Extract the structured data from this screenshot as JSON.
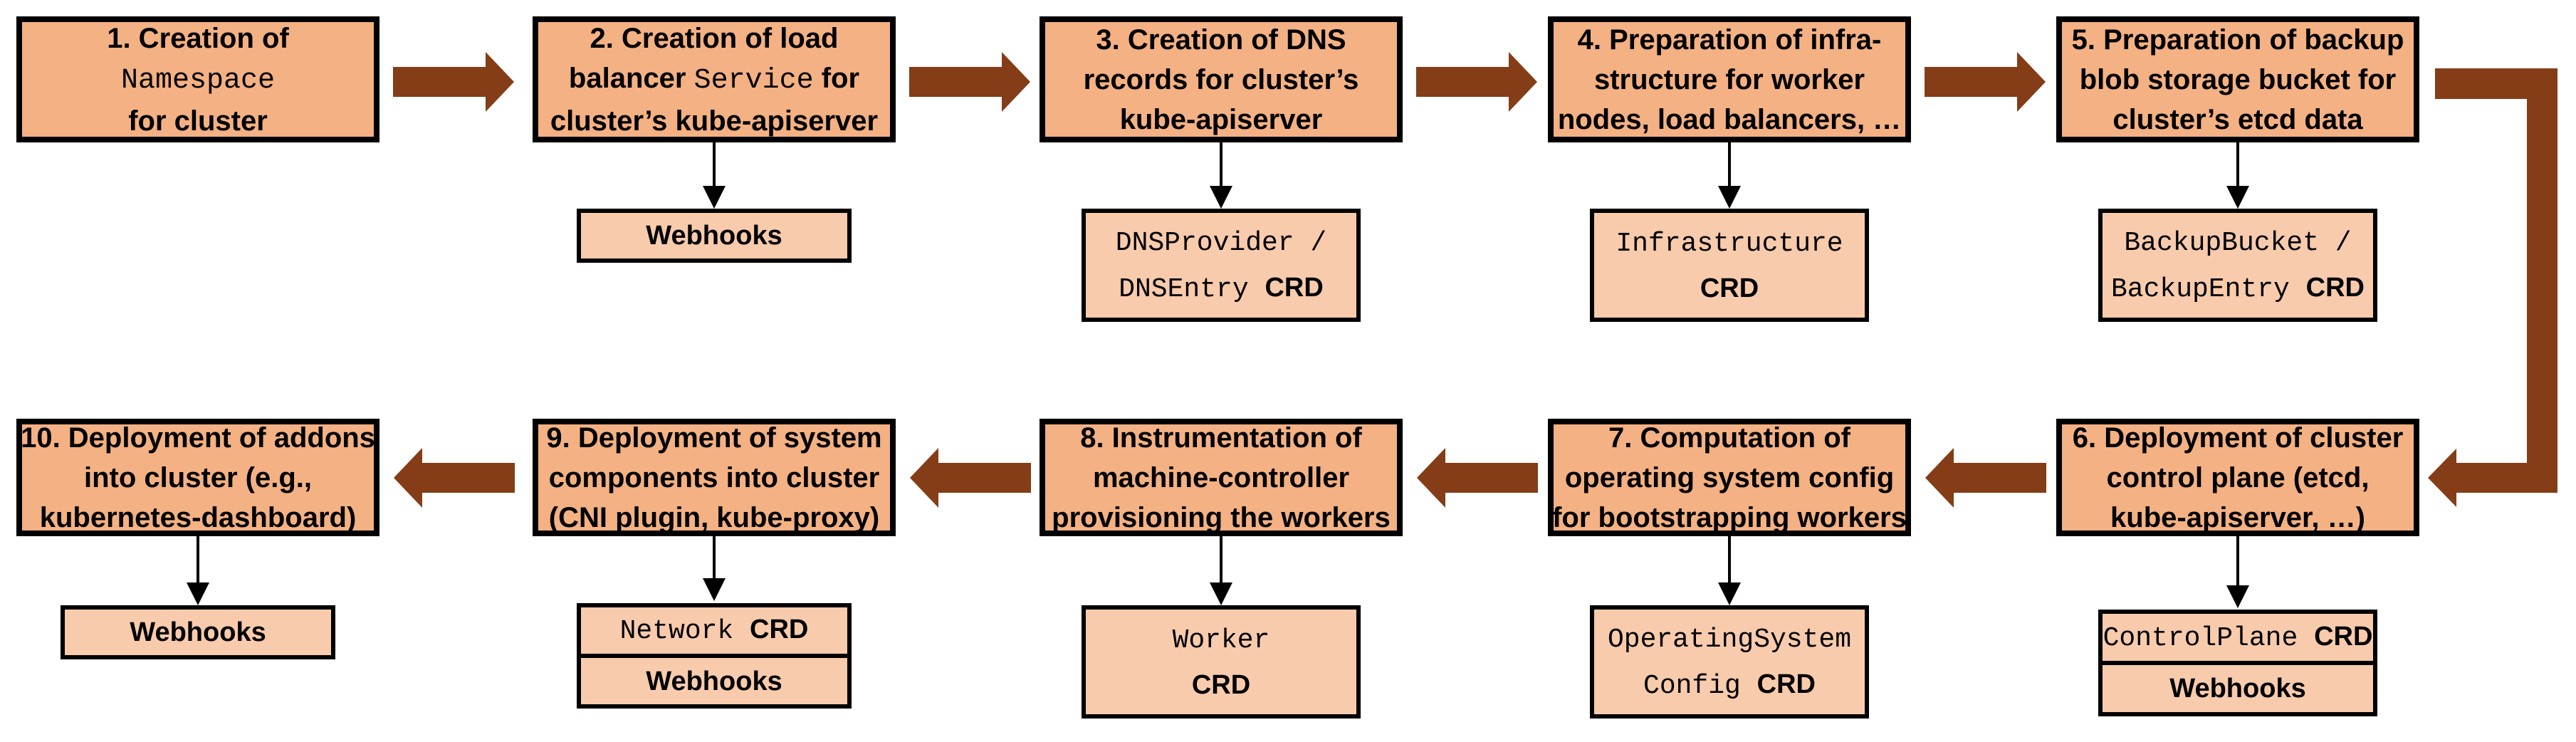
{
  "palette": {
    "main_fill": "#F4B183",
    "sub_fill": "#F8CBAD",
    "arrow": "#843D16",
    "border": "#000000",
    "background": "#FFFFFF"
  },
  "steps": [
    {
      "number": "1",
      "lines": [
        [
          {
            "t": "1. Creation of",
            "m": false
          }
        ],
        [
          {
            "t": "Namespace",
            "m": true
          }
        ],
        [
          {
            "t": "for cluster",
            "m": false
          }
        ]
      ],
      "children": []
    },
    {
      "number": "2",
      "lines": [
        [
          {
            "t": "2. Creation of load",
            "m": false
          }
        ],
        [
          {
            "t": "balancer ",
            "m": false
          },
          {
            "t": "Service",
            "m": true
          },
          {
            "t": " for",
            "m": false
          }
        ],
        [
          {
            "t": "cluster’s kube-apiserver",
            "m": false
          }
        ]
      ],
      "children": [
        {
          "lines": [
            [
              {
                "t": "Webhooks",
                "m": false
              }
            ]
          ]
        }
      ]
    },
    {
      "number": "3",
      "lines": [
        [
          {
            "t": "3. Creation of DNS",
            "m": false
          }
        ],
        [
          {
            "t": "records for cluster’s",
            "m": false
          }
        ],
        [
          {
            "t": "kube-apiserver",
            "m": false
          }
        ]
      ],
      "children": [
        {
          "lines": [
            [
              {
                "t": "DNSProvider /",
                "m": true
              }
            ],
            [
              {
                "t": "DNSEntry ",
                "m": true
              },
              {
                "t": "CRD",
                "m": false
              }
            ]
          ]
        }
      ]
    },
    {
      "number": "4",
      "lines": [
        [
          {
            "t": "4. Preparation of infra-",
            "m": false
          }
        ],
        [
          {
            "t": "structure for worker",
            "m": false
          }
        ],
        [
          {
            "t": "nodes, load balancers, …",
            "m": false
          }
        ]
      ],
      "children": [
        {
          "lines": [
            [
              {
                "t": "Infrastructure",
                "m": true
              }
            ],
            [
              {
                "t": "CRD",
                "m": false
              }
            ]
          ]
        }
      ]
    },
    {
      "number": "5",
      "lines": [
        [
          {
            "t": "5. Preparation of backup",
            "m": false
          }
        ],
        [
          {
            "t": "blob storage bucket for",
            "m": false
          }
        ],
        [
          {
            "t": "cluster’s etcd data",
            "m": false
          }
        ]
      ],
      "children": [
        {
          "lines": [
            [
              {
                "t": "BackupBucket /",
                "m": true
              }
            ],
            [
              {
                "t": "BackupEntry ",
                "m": true
              },
              {
                "t": "CRD",
                "m": false
              }
            ]
          ]
        }
      ]
    },
    {
      "number": "6",
      "lines": [
        [
          {
            "t": "6. Deployment of cluster",
            "m": false
          }
        ],
        [
          {
            "t": "control plane (etcd,",
            "m": false
          }
        ],
        [
          {
            "t": "kube-apiserver, …)",
            "m": false
          }
        ]
      ],
      "children": [
        {
          "lines": [
            [
              {
                "t": "ControlPlane ",
                "m": true
              },
              {
                "t": "CRD",
                "m": false
              }
            ]
          ]
        },
        {
          "lines": [
            [
              {
                "t": "Webhooks",
                "m": false
              }
            ]
          ]
        }
      ]
    },
    {
      "number": "7",
      "lines": [
        [
          {
            "t": "7. Computation of",
            "m": false
          }
        ],
        [
          {
            "t": "operating system config",
            "m": false
          }
        ],
        [
          {
            "t": "for bootstrapping workers",
            "m": false
          }
        ]
      ],
      "children": [
        {
          "lines": [
            [
              {
                "t": "OperatingSystem",
                "m": true
              }
            ],
            [
              {
                "t": "Config ",
                "m": true
              },
              {
                "t": "CRD",
                "m": false
              }
            ]
          ]
        }
      ]
    },
    {
      "number": "8",
      "lines": [
        [
          {
            "t": "8. Instrumentation of",
            "m": false
          }
        ],
        [
          {
            "t": "machine-controller",
            "m": false
          }
        ],
        [
          {
            "t": "provisioning the workers",
            "m": false
          }
        ]
      ],
      "children": [
        {
          "lines": [
            [
              {
                "t": "Worker",
                "m": true
              }
            ],
            [
              {
                "t": "CRD",
                "m": false
              }
            ]
          ]
        }
      ]
    },
    {
      "number": "9",
      "lines": [
        [
          {
            "t": "9. Deployment of system",
            "m": false
          }
        ],
        [
          {
            "t": "components into cluster",
            "m": false
          }
        ],
        [
          {
            "t": "(CNI plugin, kube-proxy)",
            "m": false
          }
        ]
      ],
      "children": [
        {
          "lines": [
            [
              {
                "t": "Network ",
                "m": true
              },
              {
                "t": "CRD",
                "m": false
              }
            ]
          ]
        },
        {
          "lines": [
            [
              {
                "t": "Webhooks",
                "m": false
              }
            ]
          ]
        }
      ]
    },
    {
      "number": "10",
      "lines": [
        [
          {
            "t": "10. Deployment of addons",
            "m": false
          }
        ],
        [
          {
            "t": "into cluster (e.g.,",
            "m": false
          }
        ],
        [
          {
            "t": "kubernetes-dashboard)",
            "m": false
          }
        ]
      ],
      "children": [
        {
          "lines": [
            [
              {
                "t": "Webhooks",
                "m": false
              }
            ]
          ]
        }
      ]
    }
  ]
}
